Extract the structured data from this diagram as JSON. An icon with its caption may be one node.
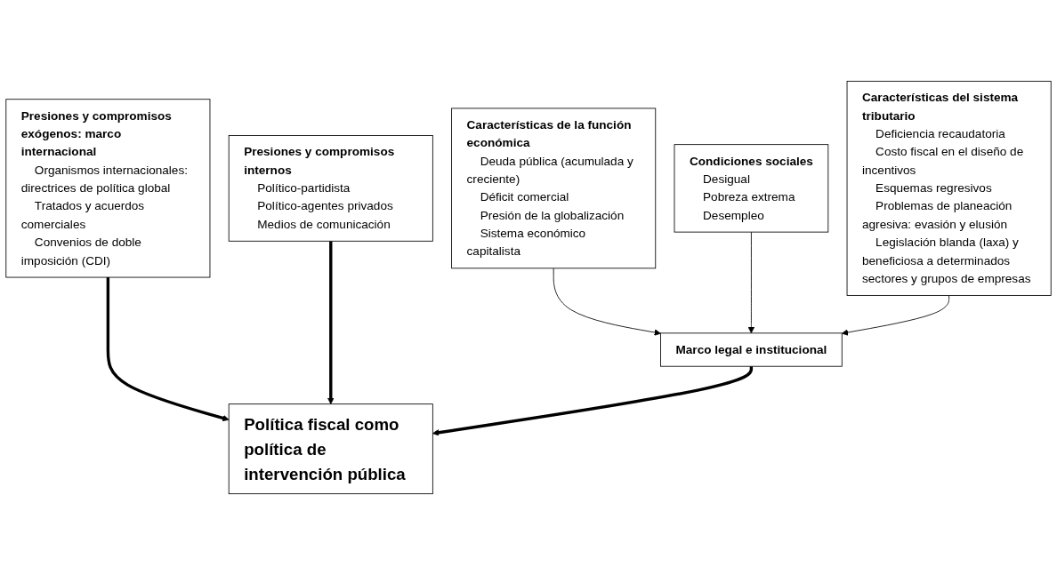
{
  "diagram": {
    "nodes": [
      {
        "text": [
          "Presiones y compromisos exógenos: marco internacional",
          "Organismos internacionales: directrices de política global",
          "Tratados y acuerdos comerciales",
          "Convenios de doble imposición (CDI)"
        ]
      },
      {
        "text": [
          "Presiones y compromisos internos",
          "Político-partidista",
          "Político-agentes privados",
          "Medios de comunicación"
        ]
      },
      {
        "text": [
          "Características de la función económica",
          "Deuda pública (acumulada y creciente)",
          "Déficit comercial",
          "Presión de la globalización",
          "Sistema económico capitalista"
        ]
      },
      {
        "text": [
          "Marco legal e institucional"
        ]
      },
      {
        "text": [
          "Condiciones sociales",
          "Desigual",
          "Pobreza extrema",
          "Desempleo"
        ]
      },
      {
        "text": [
          "Características del sistema tributario",
          "Deficiencia recaudatoria",
          "Costo fiscal en el diseño de incentivos",
          "Esquemas regresivos",
          "Problemas de planeación agresiva: evasión y elusión",
          "Legislación blanda (laxa) y beneficiosa a determinados sectores y grupos de empresas"
        ]
      },
      {
        "text": [
          "Política fiscal como política de intervención pública"
        ]
      }
    ],
    "edges": [
      {
        "from": 0,
        "to": 6,
        "arrow": "to",
        "style": "thick"
      },
      {
        "from": 1,
        "to": 6,
        "arrow": "to",
        "style": "thick"
      },
      {
        "from": 3,
        "to": 6,
        "arrow": "to",
        "style": "thick"
      },
      {
        "from": 2,
        "to": 3,
        "arrow": "to"
      },
      {
        "from": 4,
        "to": 3,
        "arrow": "to"
      },
      {
        "from": 5,
        "to": 3,
        "arrow": "to"
      }
    ]
  }
}
